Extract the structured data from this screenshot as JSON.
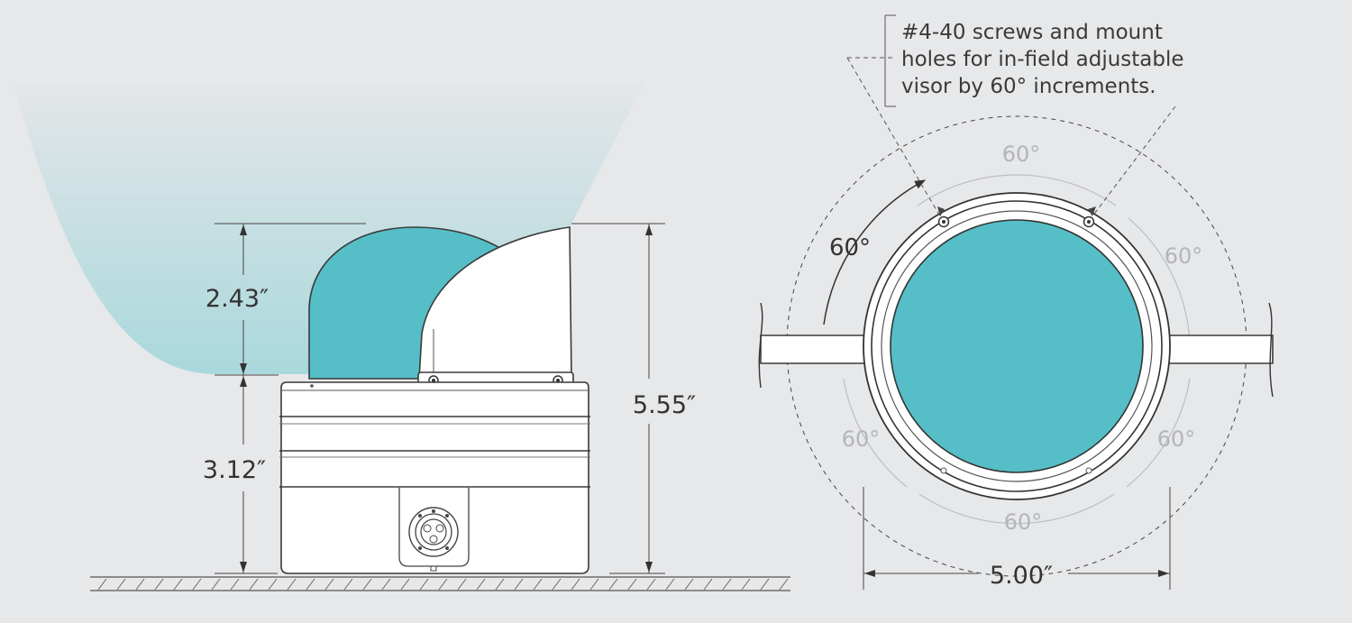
{
  "diagram": {
    "colors": {
      "background": "#e7e8ea",
      "lens_teal": "#55bec6",
      "beam_top": "#e4e6e8",
      "beam_bottom": "#a9d8dc",
      "outline": "#3a3a3a",
      "light_text": "#b4b5b7"
    },
    "side_view": {
      "dim_upper": "2.43″",
      "dim_lower": "3.12″",
      "dim_total": "5.55″"
    },
    "top_view": {
      "note_lines": [
        "#4-40 screws and mount",
        "holes for in-field adjustable",
        "visor by 60° increments."
      ],
      "angle_active": "60°",
      "angle_labels": [
        "60°",
        "60°",
        "60°",
        "60°",
        "60°"
      ],
      "dim_width": "5.00″"
    }
  }
}
